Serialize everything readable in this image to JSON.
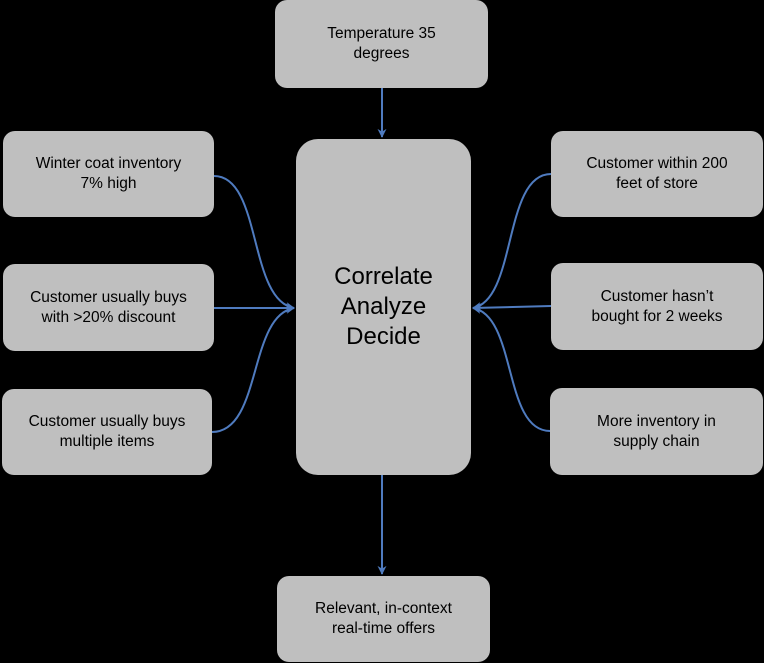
{
  "colors": {
    "background": "#000000",
    "box_fill": "#bfbfbf",
    "connector": "#4f7bbf",
    "text": "#000000"
  },
  "boxes": {
    "top": {
      "lines": [
        "Temperature  35",
        "degrees"
      ]
    },
    "left": [
      {
        "lines": [
          "Winter coat inventory",
          "7% high"
        ]
      },
      {
        "lines": [
          "Customer  usually buys",
          "with >20% discount"
        ]
      },
      {
        "lines": [
          "Customer usually buys",
          "multiple  items"
        ]
      }
    ],
    "right": [
      {
        "lines": [
          "Customer  within 200",
          "feet of store"
        ]
      },
      {
        "lines": [
          "Customer  hasn’t",
          "bought for 2 weeks"
        ]
      },
      {
        "lines": [
          "More inventory in",
          "supply chain"
        ]
      }
    ],
    "center": {
      "lines": [
        "Correlate",
        "Analyze",
        "Decide"
      ]
    },
    "bottom": {
      "lines": [
        "Relevant,  in-context",
        "real-time offers"
      ]
    }
  }
}
